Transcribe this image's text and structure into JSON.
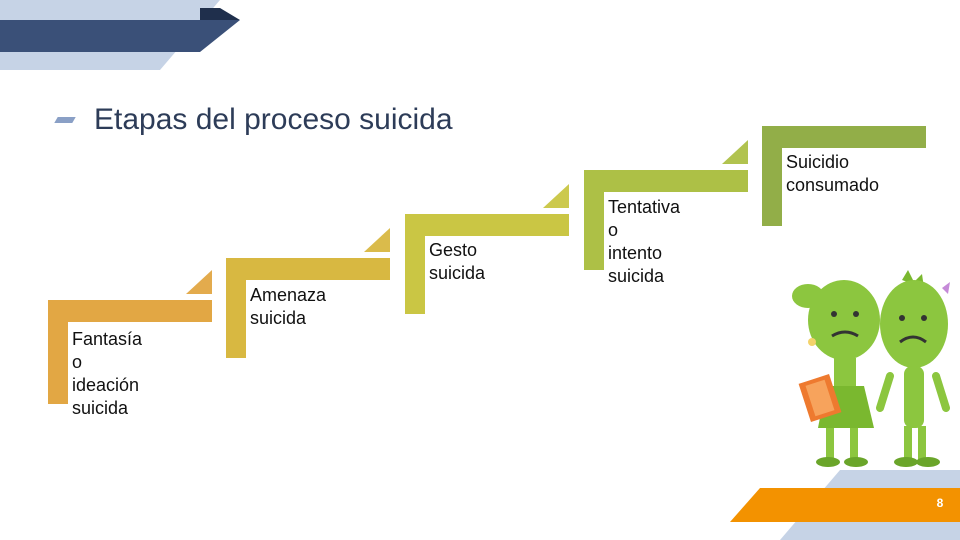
{
  "slide": {
    "title": "Etapas del proceso suicida",
    "page_number": "8",
    "steps": [
      {
        "label": "Fantasía o\nideación\nsuicida",
        "color": "#e0a23a"
      },
      {
        "label": "Amenaza\nsuicida",
        "color": "#d6b437"
      },
      {
        "label": "Gesto\nsuicida",
        "color": "#c7c33a"
      },
      {
        "label": "Tentativa o\nintento\nsuicida",
        "color": "#a9bd3c"
      },
      {
        "label": "Suicidio\nconsumado",
        "color": "#8caa3e"
      }
    ],
    "colors": {
      "title": "#2d3c58",
      "navy": "#3a5078",
      "light_blue": "#c6d3e6",
      "orange": "#f39200",
      "character": "#8cc63f"
    },
    "icons": [
      "bullet-dash",
      "sad-girl-with-book",
      "sad-boy"
    ]
  }
}
